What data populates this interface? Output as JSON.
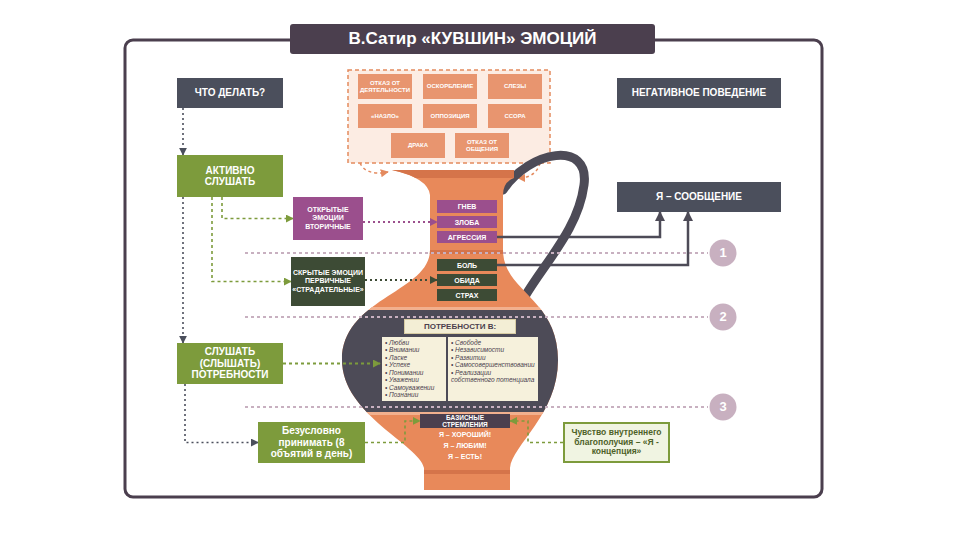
{
  "diagram": {
    "title": "В.Сатир «КУВШИН» ЭМОЦИЙ",
    "nodes": [
      {
        "text": [
          "ЧТО ДЕЛАТЬ?"
        ]
      },
      {
        "text": [
          "ОТКАЗ ОТ ДЕЯТЕЛЬНОСТИ"
        ]
      },
      {
        "text": [
          "ОСКОРБЛЕНИЕ"
        ]
      },
      {
        "text": [
          "СЛЕЗЫ"
        ]
      },
      {
        "text": [
          "«НАЗЛО»"
        ]
      },
      {
        "text": [
          "ОППОЗИЦИЯ"
        ]
      },
      {
        "text": [
          "ССОРА"
        ]
      },
      {
        "text": [
          "ДРАКА"
        ]
      },
      {
        "text": [
          "ОТКАЗ ОТ ОБЩЕНИЯ"
        ]
      },
      {
        "text": [
          "НЕГАТИВНОЕ ПОВЕДЕНИЕ"
        ]
      },
      {
        "text": [
          "АКТИВНО СЛУШАТЬ"
        ]
      },
      {
        "text": [
          "Я – СООБЩЕНИЕ"
        ]
      },
      {
        "text": [
          "ОТКРЫТЫЕ ЭМОЦИИ ВТОРИЧНЫЕ"
        ]
      },
      {
        "text": [
          "ГНЕВ"
        ]
      },
      {
        "text": [
          "ЗЛОБА"
        ]
      },
      {
        "text": [
          "АГРЕССИЯ"
        ]
      },
      {
        "text": [
          "1"
        ]
      },
      {
        "text": [
          "СКРЫТЫЕ ЭМОЦИИ ПЕРВИЧНЫЕ «СТРАДАТЕЛЬНЫЕ»"
        ]
      },
      {
        "text": [
          "БОЛЬ"
        ]
      },
      {
        "text": [
          "ОБИДА"
        ]
      },
      {
        "text": [
          "СТРАХ"
        ]
      },
      {
        "text": [
          "2"
        ]
      },
      {
        "text": [
          "СЛУШАТЬ (СЛЫШАТЬ) ПОТРЕБНОСТИ"
        ]
      },
      {
        "text": [
          "ПОТРЕБНОСТИ В:"
        ]
      },
      {
        "text": [
          "• Любви",
          "• Внимании",
          "• Ласке",
          "• Успехе",
          "• Понимании",
          "• Уважении",
          "• Самоуважении",
          "• Познании"
        ],
        "in": 23
      },
      {
        "text": [
          "• Свободе",
          "• Независимости",
          "• Развитии",
          "• Самосовершенствовании",
          "• Реализации собственного потенциала"
        ],
        "in": 23
      },
      {
        "text": [
          "3"
        ]
      },
      {
        "text": [
          "БАЗИСНЫЕ СТРЕМЛЕНИЯ"
        ]
      },
      {
        "text": [
          "Безусловно принимать (8 объятий в день)"
        ]
      },
      {
        "text": [
          "Чувство внутреннего благополучия – «Я - концепция»"
        ]
      }
    ],
    "edges": [
      {
        "from": 0,
        "to": 10,
        "arrow": "to"
      },
      {
        "from": 10,
        "to": 12,
        "arrow": "to"
      },
      {
        "from": 10,
        "to": 17,
        "arrow": "to"
      },
      {
        "from": 10,
        "to": 22,
        "arrow": "to"
      },
      {
        "from": 22,
        "to": 28,
        "arrow": "to"
      },
      {
        "from": 12,
        "to": 14,
        "arrow": "to"
      },
      {
        "from": 17,
        "to": 19,
        "arrow": "to"
      },
      {
        "from": 22,
        "to": 23,
        "arrow": "to"
      },
      {
        "from": 28,
        "to": 27,
        "arrow": "to"
      },
      {
        "from": 29,
        "to": 27,
        "arrow": "to"
      },
      {
        "from": 15,
        "to": 11,
        "arrow": "to"
      },
      {
        "from": 18,
        "to": 11,
        "arrow": "to"
      }
    ],
    "labels": [
      "Я – ХОРОШИЙ!",
      "Я – ЛЮБИМ!",
      "Я – ЕСТЬ!"
    ]
  }
}
